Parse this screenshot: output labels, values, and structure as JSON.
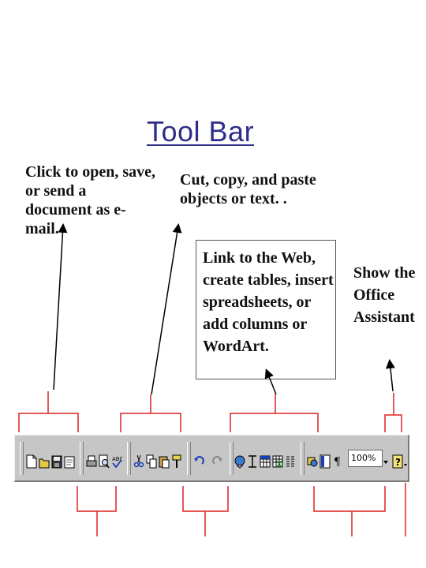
{
  "title": "Tool Bar",
  "notes": {
    "open_save_send": "Click to open, save, or send a document as e-mail.",
    "cut_copy_paste": "Cut, copy, and paste objects or text. .",
    "link_web": "Link to the Web, create tables, insert spreadsheets, or add columns or WordArt.",
    "office_assistant": "Show the Office Assistant"
  },
  "toolbar": {
    "zoom_value": "100%",
    "icons": [
      "new-document-icon",
      "open-folder-icon",
      "save-disk-icon",
      "email-icon",
      "print-icon",
      "print-preview-icon",
      "spelling-check-icon",
      "cut-icon",
      "copy-icon",
      "paste-icon",
      "format-painter-icon",
      "undo-icon",
      "redo-icon",
      "hyperlink-icon",
      "tables-borders-icon",
      "insert-table-icon",
      "insert-excel-icon",
      "columns-icon",
      "drawing-icon",
      "document-map-icon",
      "show-hide-icon",
      "zoom-dropdown-icon",
      "office-assistant-icon",
      "more-buttons-icon"
    ]
  }
}
